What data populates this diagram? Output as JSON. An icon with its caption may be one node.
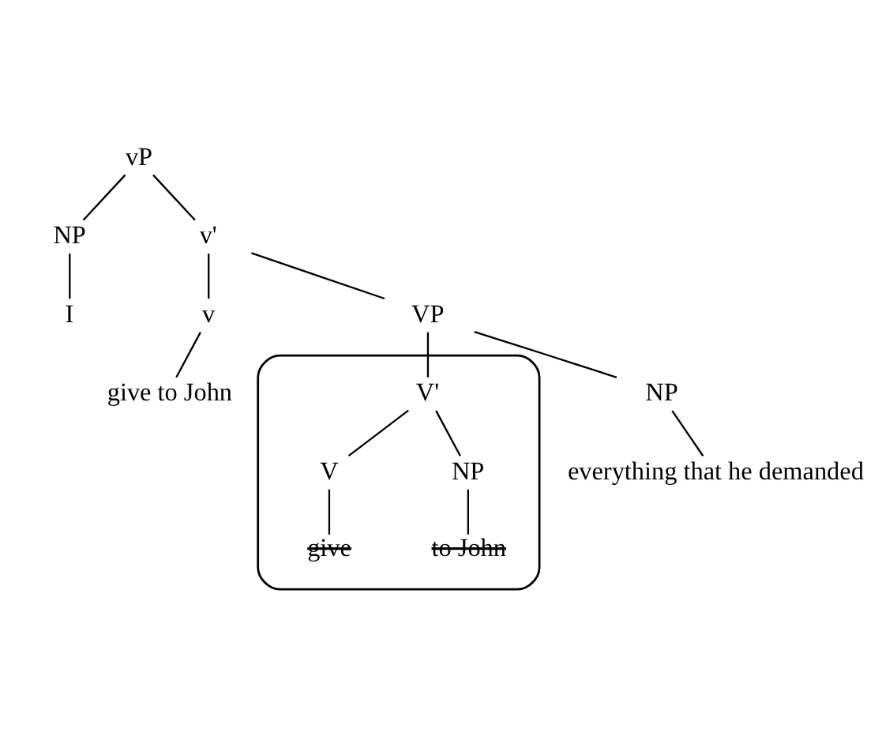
{
  "diagram": {
    "nodes": [
      {
        "text": [
          "vP"
        ]
      },
      {
        "text": [
          "NP"
        ]
      },
      {
        "text": [
          "v'"
        ]
      },
      {
        "text": [
          "I"
        ]
      },
      {
        "text": [
          "v"
        ]
      },
      {
        "text": [
          "VP"
        ]
      },
      {
        "text": [
          "give to John"
        ]
      },
      {
        "text": [
          "NP"
        ]
      },
      {
        "text": [],
        "shape": "oval"
      },
      {
        "text": [
          "V'"
        ],
        "in": 8
      },
      {
        "text": [
          "everything that he demanded"
        ]
      },
      {
        "text": [
          "V"
        ],
        "in": 8
      },
      {
        "text": [
          "NP"
        ],
        "in": 8
      },
      {
        "text": [
          "give"
        ],
        "in": 8
      },
      {
        "text": [
          "to John"
        ],
        "in": 8
      }
    ],
    "edges": [
      {
        "from": 0,
        "to": 1,
        "arrow": "none"
      },
      {
        "from": 0,
        "to": 2,
        "arrow": "none"
      },
      {
        "from": 1,
        "to": 3,
        "arrow": "none"
      },
      {
        "from": 2,
        "to": 4,
        "arrow": "none"
      },
      {
        "from": 2,
        "to": 5,
        "arrow": "none"
      },
      {
        "from": 4,
        "to": 6,
        "arrow": "none"
      },
      {
        "from": 5,
        "to": 7,
        "arrow": "none"
      },
      {
        "from": 5,
        "to": 9,
        "arrow": "none"
      },
      {
        "from": 7,
        "to": 10,
        "arrow": "none"
      },
      {
        "from": 9,
        "to": 11,
        "arrow": "none"
      },
      {
        "from": 9,
        "to": 12,
        "arrow": "none"
      },
      {
        "from": 11,
        "to": 13,
        "arrow": "none"
      },
      {
        "from": 12,
        "to": 14,
        "arrow": "none"
      }
    ]
  }
}
